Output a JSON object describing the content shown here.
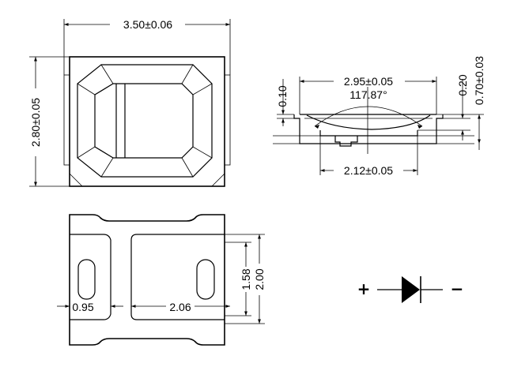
{
  "top_view": {
    "width_dim": "3.50±0.06",
    "height_dim": "2.80±0.05"
  },
  "side_view": {
    "top_width_dim": "2.95±0.05",
    "angle_dim": "117.87°",
    "bottom_width_dim": "2.12±0.05",
    "left_step_dim": "0.10",
    "right_step_dim": "0.20",
    "total_height_dim": "0.70±0.03"
  },
  "bottom_view": {
    "pad_gap_dim": "0.95",
    "pad_width_dim": "2.06",
    "pad_height_dim": "1.58",
    "body_height_dim": "2.00"
  },
  "polarity": {
    "anode_sign": "+",
    "cathode_sign": "−"
  }
}
